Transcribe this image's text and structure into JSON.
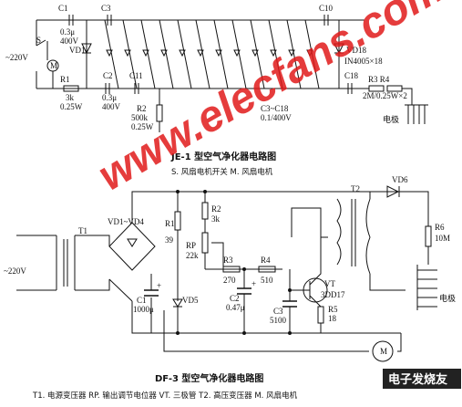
{
  "top_circuit": {
    "title": "JE-1 型空气净化器电路图",
    "note": "S. 风扇电机开关  M. 风扇电机",
    "labels": {
      "c1": "C1",
      "c3": "C3",
      "c10": "C10",
      "c2": "C2",
      "c11": "C11",
      "c18": "C18",
      "c1_val": "0.3μ",
      "c1_volt": "400V",
      "c2_val": "0.3μ",
      "c2_volt": "400V",
      "switch": "S",
      "mains": "~220V",
      "motor": "M",
      "r1": "R1",
      "r1_val": "3k",
      "r1_watt": "0.25W",
      "r2": "R2",
      "r2_val": "500k",
      "r2_watt": "0.25W",
      "vd1": "VD1",
      "vd18": "VD18",
      "diode_type": "IN4005×18",
      "c3c18": "C3~C18",
      "c3c18_val": "0.1/400V",
      "r3r4": "R3   R4",
      "r3r4_val": "2M/0.25W×2",
      "electrode": "电极"
    }
  },
  "bottom_circuit": {
    "title": "DF-3 型空气净化器电路图",
    "note": "T1. 电源变压器  RP. 输出调节电位器  VT. 三极管  T2. 高压变压器  M. 风扇电机",
    "labels": {
      "mains": "~220V",
      "t1": "T1",
      "bridge": "VD1~VD4",
      "c1": "C1",
      "c1_val": "1000μ",
      "c1_plus": "+",
      "r1": "R1",
      "r1_val": "39",
      "r2": "R2",
      "r2_val": "3k",
      "rp": "RP",
      "rp_val": "22k",
      "vd5": "VD5",
      "r3": "R3",
      "r3_val": "270",
      "r4": "R4",
      "r4_val": "510",
      "c2": "C2",
      "c2_val": "0.47μ",
      "c2_plus": "+",
      "c3": "C3",
      "c3_val": "5100",
      "vt": "VT",
      "vt_val": "3DD17",
      "r5": "R5",
      "r5_val": "18",
      "t2": "T2",
      "vd6": "VD6",
      "r6": "R6",
      "r6_val": "10M",
      "motor": "M",
      "electrode": "电极"
    }
  },
  "watermark": {
    "site": "www.elecfans.com",
    "badge": "电子发烧友"
  },
  "colors": {
    "ink": "#111111",
    "watermark": "#e11a1a",
    "badge_bg": "#222222"
  }
}
